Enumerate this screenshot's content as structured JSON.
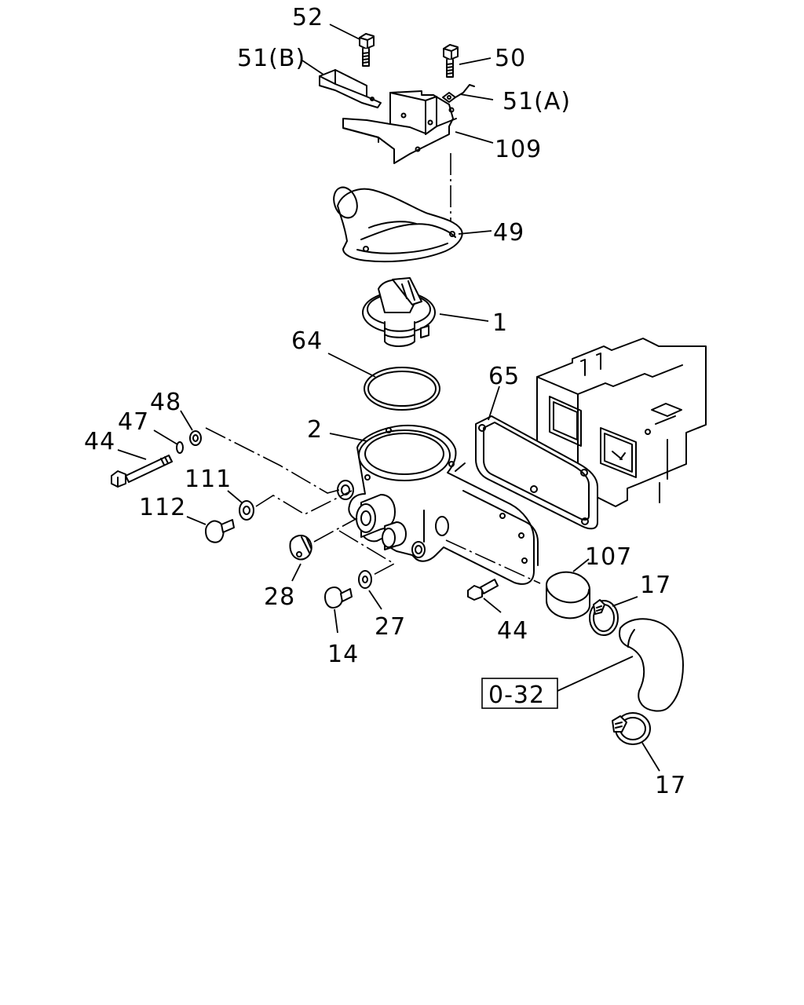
{
  "labels": {
    "p52": "52",
    "p51b": "51(B)",
    "p50": "50",
    "p51a": "51(A)",
    "p109": "109",
    "p49": "49",
    "p1": "1",
    "p64": "64",
    "p65": "65",
    "p48": "48",
    "p47": "47",
    "p44a": "44",
    "p2": "2",
    "p111": "111",
    "p112": "112",
    "p28": "28",
    "p27": "27",
    "p14": "14",
    "p44b": "44",
    "p107": "107",
    "p17a": "17",
    "p17b": "17",
    "ref": "0-32"
  }
}
